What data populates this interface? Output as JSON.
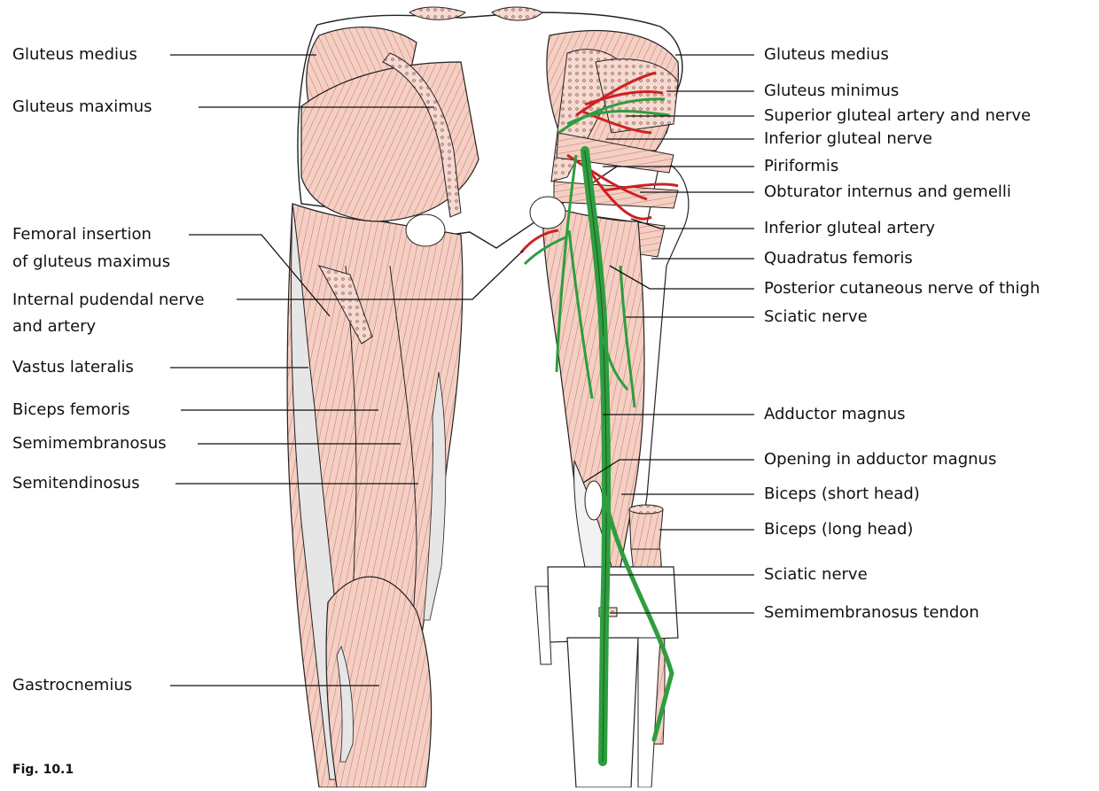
{
  "figure_label": "Fig. 10.1",
  "palette": {
    "muscle": "#f6cfc4",
    "muscle_line": "#b06e62",
    "bone": "#ffffff",
    "tendon": "#e6e6e6",
    "nerve": "#2e9e3e",
    "artery": "#cc2222",
    "outline": "#222222"
  },
  "left_labels": [
    {
      "id": "gluteus-medius-left",
      "text": "Gluteus medius"
    },
    {
      "id": "gluteus-maximus",
      "text": "Gluteus maximus"
    },
    {
      "id": "femoral-insertion",
      "text": "Femoral insertion",
      "text2": "of gluteus maximus"
    },
    {
      "id": "internal-pudendal",
      "text": "Internal pudendal nerve",
      "text2": "and artery"
    },
    {
      "id": "vastus-lateralis",
      "text": "Vastus lateralis"
    },
    {
      "id": "biceps-femoris",
      "text": "Biceps femoris"
    },
    {
      "id": "semimembranosus",
      "text": "Semimembranosus"
    },
    {
      "id": "semitendinosus",
      "text": "Semitendinosus"
    },
    {
      "id": "gastrocnemius",
      "text": "Gastrocnemius"
    }
  ],
  "right_labels": [
    {
      "id": "gluteus-medius-right",
      "text": "Gluteus medius"
    },
    {
      "id": "gluteus-minimus",
      "text": "Gluteus minimus"
    },
    {
      "id": "superior-gluteal",
      "text": "Superior gluteal artery and nerve"
    },
    {
      "id": "inferior-gluteal-nerve",
      "text": "Inferior gluteal nerve"
    },
    {
      "id": "piriformis",
      "text": "Piriformis"
    },
    {
      "id": "obturator-internus",
      "text": "Obturator internus and gemelli"
    },
    {
      "id": "inferior-gluteal-artery",
      "text": "Inferior gluteal artery"
    },
    {
      "id": "quadratus-femoris",
      "text": "Quadratus femoris"
    },
    {
      "id": "posterior-cutaneous",
      "text": "Posterior cutaneous nerve of thigh"
    },
    {
      "id": "sciatic-nerve-upper",
      "text": "Sciatic nerve"
    },
    {
      "id": "adductor-magnus",
      "text": "Adductor magnus"
    },
    {
      "id": "opening-adductor",
      "text": "Opening in adductor magnus"
    },
    {
      "id": "biceps-short",
      "text": "Biceps (short head)"
    },
    {
      "id": "biceps-long",
      "text": "Biceps (long head)"
    },
    {
      "id": "sciatic-nerve-lower",
      "text": "Sciatic nerve"
    },
    {
      "id": "semimembranosus-tendon",
      "text": "Semimembranosus tendon"
    }
  ]
}
